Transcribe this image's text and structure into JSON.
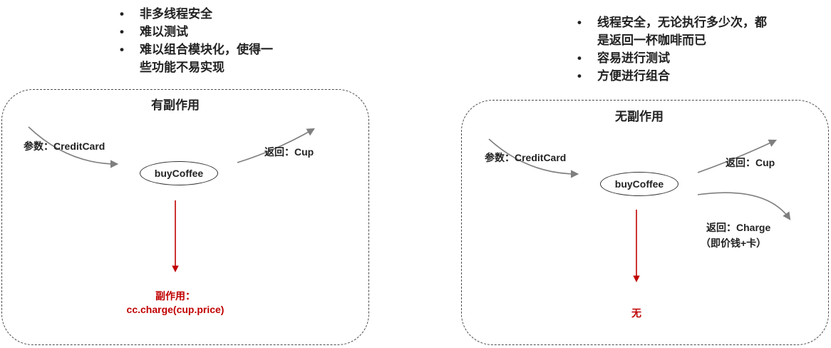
{
  "left_panel": {
    "bullets": [
      {
        "lines": [
          "非多线程安全"
        ]
      },
      {
        "lines": [
          "难以测试"
        ]
      },
      {
        "lines": [
          "难以组合模块化，使得一",
          "些功能不易实现"
        ]
      }
    ],
    "title": "有副作用",
    "param_label": "参数：CreditCard",
    "function_name": "buyCoffee",
    "return_label": "返回：Cup",
    "side_effect_title": "副作用：",
    "side_effect_code": "cc.charge(cup.price)"
  },
  "right_panel": {
    "bullets": [
      {
        "lines": [
          "线程安全，无论执行多少次，都",
          "是返回一杯咖啡而已"
        ]
      },
      {
        "lines": [
          "容易进行测试"
        ]
      },
      {
        "lines": [
          "方便进行组合"
        ]
      }
    ],
    "title": "无副作用",
    "param_label": "参数：CreditCard",
    "function_name": "buyCoffee",
    "return_cup_label": "返回：Cup",
    "return_charge_label": "返回：Charge",
    "return_charge_note": "（即价钱+卡）",
    "side_effect_value": "无"
  },
  "bullet_symbol": "•",
  "colors": {
    "flow_arrow": "#7f7f7f",
    "side_effect_arrow": "#c00000",
    "side_effect_text": "#c00000"
  }
}
